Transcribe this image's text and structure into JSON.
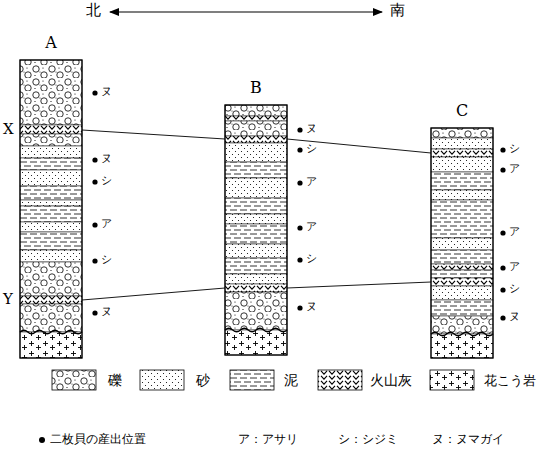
{
  "diagram": {
    "nodes": [
      {
        "text": [
          "A"
        ]
      },
      {
        "text": [
          "B"
        ]
      },
      {
        "text": [
          "C"
        ]
      }
    ],
    "edges": [
      {
        "from": 0,
        "to": 1,
        "arrow": "none"
      },
      {
        "from": 1,
        "to": 2,
        "arrow": "none"
      },
      {
        "from": 0,
        "to": 1,
        "arrow": "none"
      },
      {
        "from": 1,
        "to": 2,
        "arrow": "none"
      }
    ],
    "labels": [
      "北",
      "南",
      "X",
      "Y",
      "ヌ",
      "ヌ",
      "シ",
      "ア",
      "シ",
      "ヌ",
      "ヌ",
      "シ",
      "ア",
      "ア",
      "シ",
      "ヌ",
      "シ",
      "ア",
      "ア",
      "ア",
      "シ",
      "ヌ",
      "ア：アサリ",
      "シ：シジミ",
      "ヌ：ヌマガイ"
    ],
    "legend": [
      {
        "text": "礫"
      },
      {
        "text": "砂"
      },
      {
        "text": "泥"
      },
      {
        "text": "火山灰"
      },
      {
        "text": "花こう岩"
      },
      {
        "text": "二枚貝の産出位置"
      }
    ]
  }
}
